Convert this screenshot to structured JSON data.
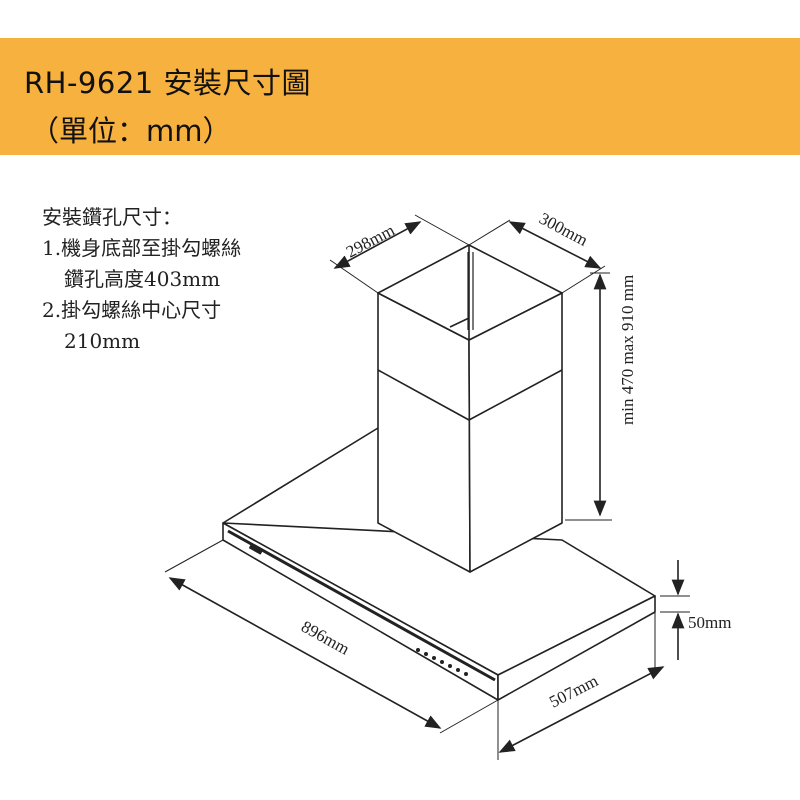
{
  "header": {
    "title": "RH-9621 安裝尺寸圖",
    "unit": "（單位：mm）"
  },
  "notes": {
    "heading": "安裝鑽孔尺寸：",
    "item1_line1": "1.機身底部至掛勾螺絲",
    "item1_line2": "鑽孔高度403mm",
    "item2_line1": "2.掛勾螺絲中心尺寸",
    "item2_line2": "210mm"
  },
  "dimensions": {
    "chimney_depth": "298mm",
    "chimney_width": "300mm",
    "chimney_height": "min 470 max 910 mm",
    "hood_width": "896mm",
    "hood_depth": "507mm",
    "hood_thickness": "50mm"
  },
  "colors": {
    "banner": "#F7B13F",
    "line": "#222222"
  }
}
